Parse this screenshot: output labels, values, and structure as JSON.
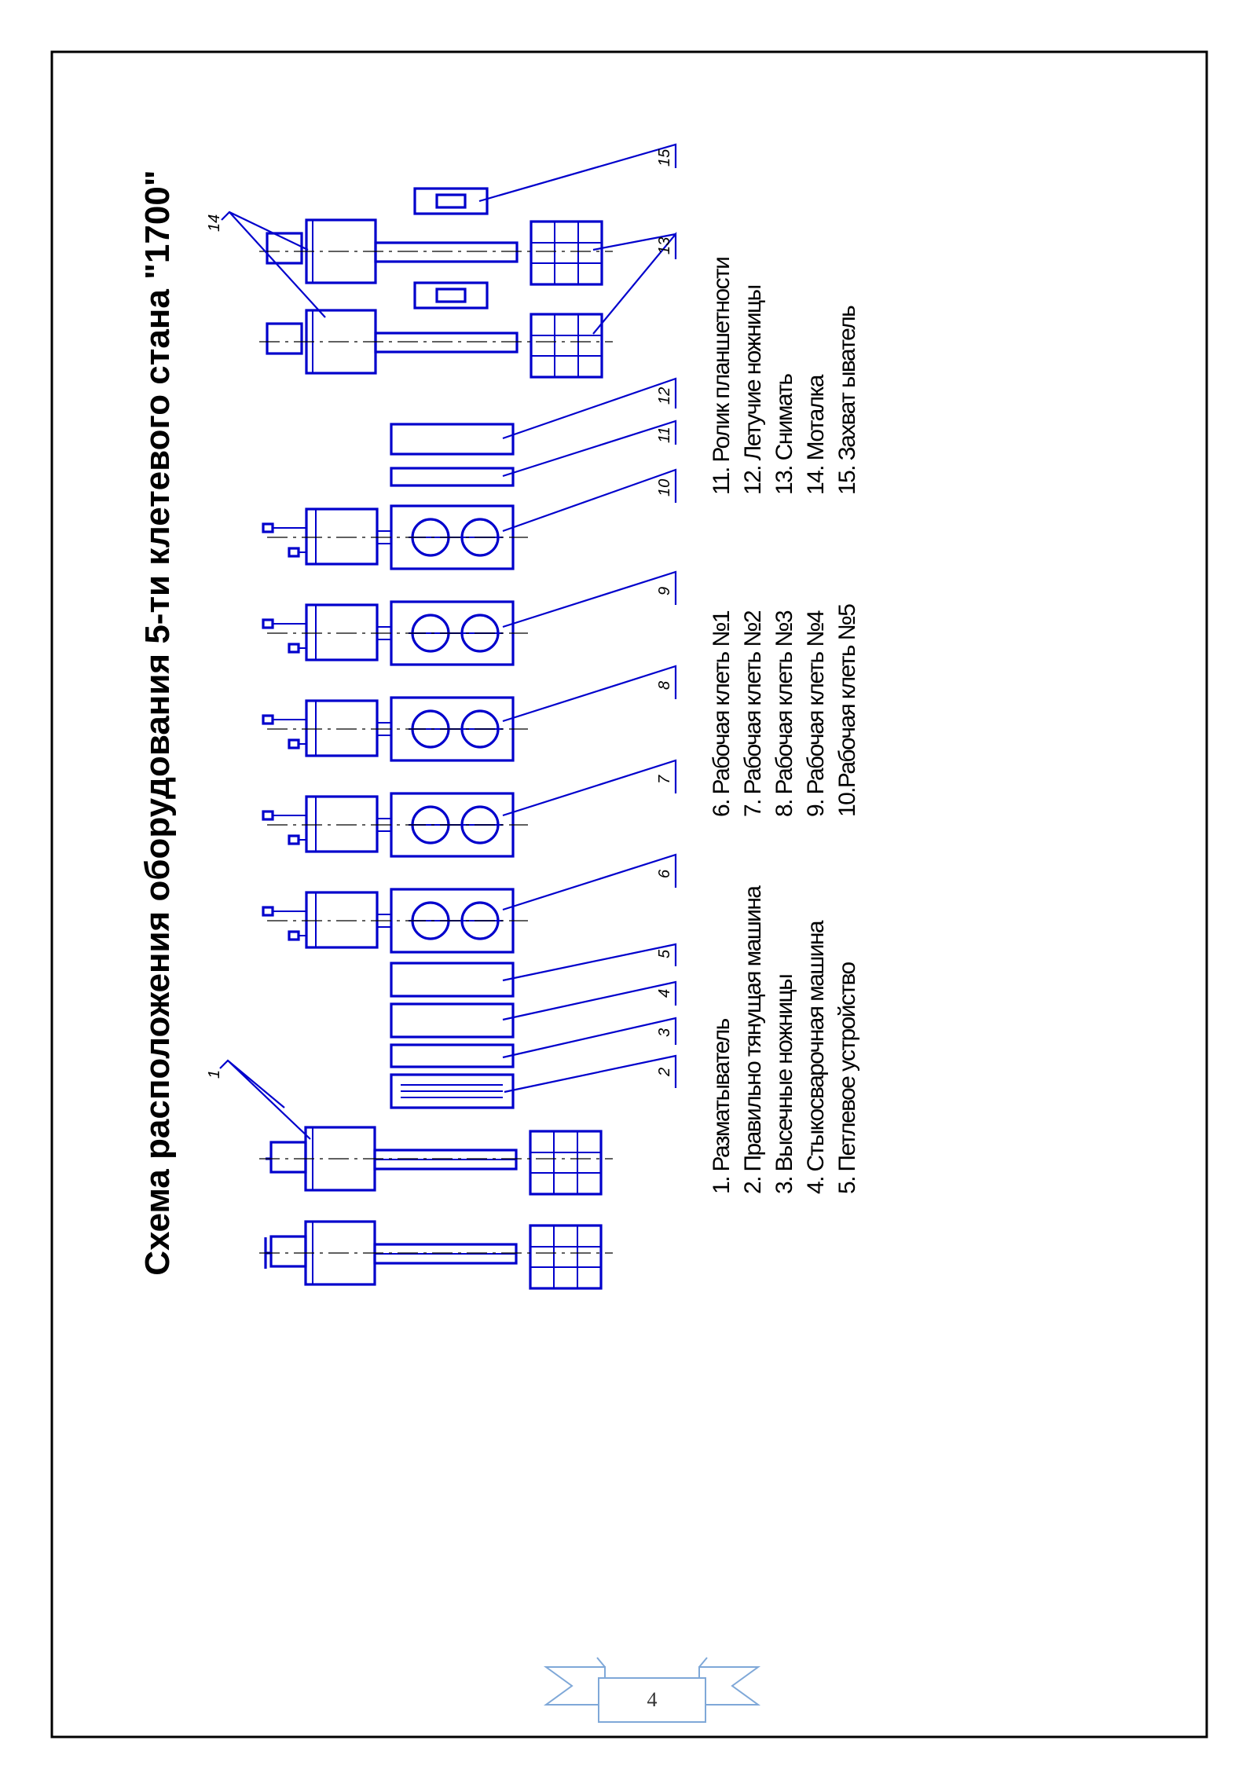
{
  "title": "Схема расположения оборудования 5-ти клетевого стана \"1700\"",
  "legend_columns": [
    [
      "1. Разматыватель",
      "2. Правильно тянущая машина",
      "3. Высечные ножницы",
      "4. Стыкосварочная машина",
      "5. Петлевое устройство"
    ],
    [
      "6. Рабочая клеть №1",
      "7. Рабочая клеть №2",
      "8. Рабочая клеть №3",
      "9. Рабочая клеть №4",
      "10.Рабочая клеть №5"
    ],
    [
      "11. Ролик планшетности",
      "12. Летучие ножницы",
      "13. Снимать",
      "14. Моталка",
      "15. Захват ыватель"
    ]
  ],
  "callouts": [
    "1",
    "2",
    "3",
    "4",
    "5",
    "6",
    "7",
    "8",
    "9",
    "10",
    "11",
    "12",
    "13",
    "14",
    "15"
  ],
  "page_number": "4",
  "colors": {
    "line": "#0000cc",
    "axis": "#000000",
    "border": "#000000",
    "ribbon": "#7fa8d8"
  }
}
